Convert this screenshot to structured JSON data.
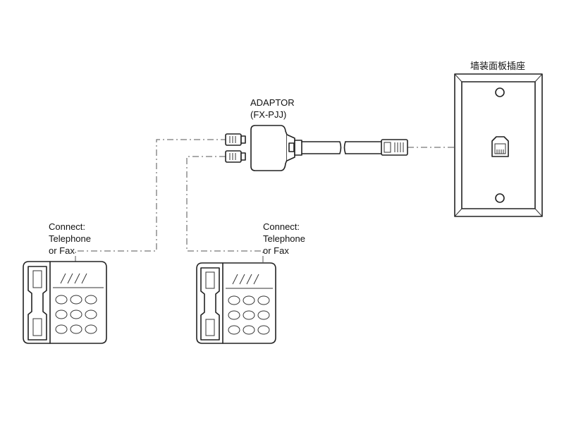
{
  "adaptor": {
    "line1": "ADAPTOR",
    "line2": "(FX-PJJ)"
  },
  "wall_plate": {
    "label": "墙装面板插座"
  },
  "phones": [
    {
      "line1": "Connect:",
      "line2": "Telephone",
      "line3": "or Fax"
    },
    {
      "line1": "Connect:",
      "line2": "Telephone",
      "line3": "or Fax"
    }
  ],
  "colors": {
    "line": "#222222",
    "background": "#ffffff"
  }
}
